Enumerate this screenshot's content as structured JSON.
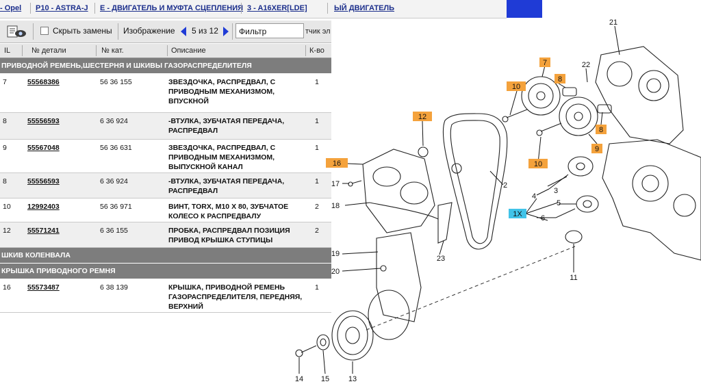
{
  "breadcrumb": {
    "items": [
      {
        "label": "- Opel"
      },
      {
        "label": "P10 - ASTRA-J"
      },
      {
        "label": "E - ДВИГАТЕЛЬ И МУФТА СЦЕПЛЕНИЯ"
      },
      {
        "label": "3 - A16XER[LDE]"
      },
      {
        "label": "ЫЙ ДВИГАТЕЛЬ"
      }
    ]
  },
  "toolbar": {
    "hide_replacements_label": "Скрыть замены",
    "image_label": "Изображение",
    "page_indicator": "5 из 12",
    "filter_placeholder": "Фильтр",
    "overflow_text": "тчик эл"
  },
  "table": {
    "columns": [
      "IL",
      "№ детали",
      "№ кат.",
      "Описание",
      "К-во"
    ],
    "sections": [
      {
        "title": "ПРИВОДНОЙ РЕМЕНЬ,ШЕСТЕРНЯ И ШКИВЫ ГАЗОРАСПРЕДЕЛИТЕЛЯ",
        "rows": [
          {
            "il": "7",
            "part": "55568386",
            "cat": "56 36 155",
            "desc": "ЗВЕЗДОЧКА, РАСПРЕДВАЛ, С ПРИВОДНЫМ МЕХАНИЗМОМ, ВПУСКНОЙ",
            "qty": "1"
          },
          {
            "il": "8",
            "part": "55556593",
            "cat": "6 36 924",
            "desc": "-ВТУЛКА, ЗУБЧАТАЯ ПЕРЕДАЧА, РАСПРЕДВАЛ",
            "qty": "1"
          },
          {
            "il": "9",
            "part": "55567048",
            "cat": "56 36 631",
            "desc": "ЗВЕЗДОЧКА, РАСПРЕДВАЛ, С ПРИВОДНЫМ МЕХАНИЗМОМ, ВЫПУСКНОЙ КАНАЛ",
            "qty": "1"
          },
          {
            "il": "8",
            "part": "55556593",
            "cat": "6 36 924",
            "desc": "-ВТУЛКА, ЗУБЧАТАЯ ПЕРЕДАЧА, РАСПРЕДВАЛ",
            "qty": "1"
          },
          {
            "il": "10",
            "part": "12992403",
            "cat": "56 36 971",
            "desc": "ВИНТ, TORX, M10 X 80, ЗУБЧАТОЕ КОЛЕСО К РАСПРЕДВАЛУ",
            "qty": "2"
          },
          {
            "il": "12",
            "part": "55571241",
            "cat": "6 36 155",
            "desc": "ПРОБКА, РАСПРЕДВАЛ ПОЗИЦИЯ ПРИВОД КРЫШКА СТУПИЦЫ",
            "qty": "2"
          }
        ]
      },
      {
        "title": "ШКИВ КОЛЕНВАЛА",
        "rows": []
      },
      {
        "title": "КРЫШКА ПРИВОДНОГО РЕМНЯ",
        "rows": [
          {
            "il": "16",
            "part": "55573487",
            "cat": "6 38 139",
            "desc": "КРЫШКА, ПРИВОДНОЙ РЕМЕНЬ ГАЗОРАСПРЕДЕЛИТЕЛЯ, ПЕРЕДНЯЯ, ВЕРХНИЙ",
            "qty": "1"
          }
        ]
      }
    ]
  },
  "diagram": {
    "labels": {
      "n21": "21",
      "n22": "22",
      "n7": "7",
      "n8a": "8",
      "n10a": "10",
      "n12": "12",
      "n8b": "8",
      "n9": "9",
      "n10b": "10",
      "n16": "16",
      "n17": "17",
      "n18": "18",
      "n2": "2",
      "n3": "3",
      "n4": "4",
      "n5": "5",
      "n1x": "1X",
      "n6": "6",
      "n19": "19",
      "n23": "23",
      "n20": "20",
      "n11": "11",
      "n14": "14",
      "n15": "15",
      "n13": "13"
    }
  },
  "colors": {
    "breadcrumb_text": "#1c2f8c",
    "section_header_bg": "#7d7d7d",
    "callout_orange": "#f4a23c",
    "callout_blue": "#41c3e8",
    "accent_blue": "#1f3bd6"
  }
}
